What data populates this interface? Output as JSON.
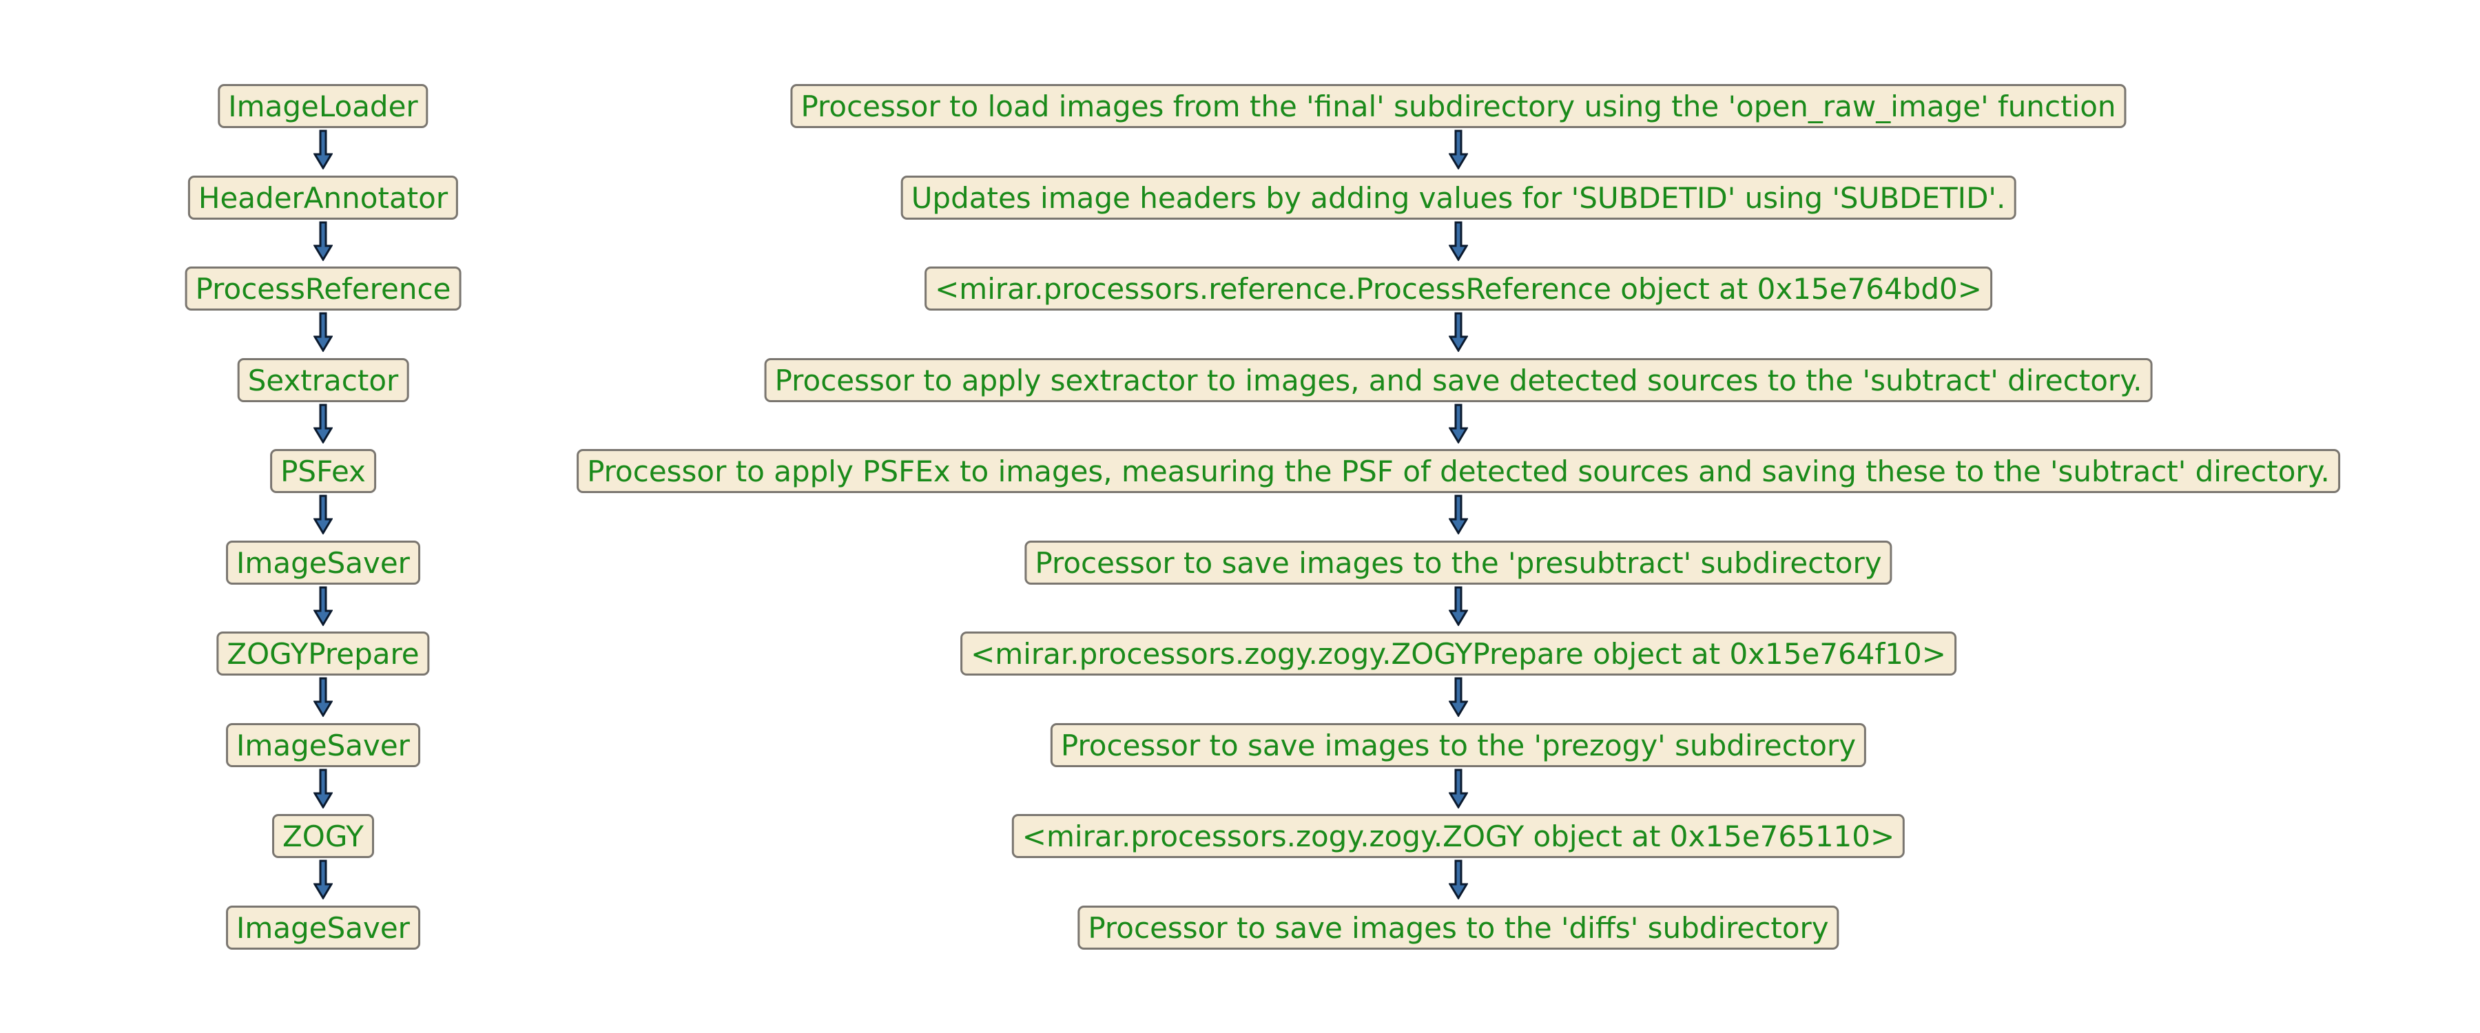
{
  "flowchart": {
    "processors": [
      "ImageLoader",
      "HeaderAnnotator",
      "ProcessReference",
      "Sextractor",
      "PSFex",
      "ImageSaver",
      "ZOGYPrepare",
      "ImageSaver",
      "ZOGY",
      "ImageSaver"
    ],
    "descriptions": [
      "Processor to load images from the 'final' subdirectory using the 'open_raw_image' function",
      "Updates image headers by adding values for 'SUBDETID' using 'SUBDETID'.",
      "<mirar.processors.reference.ProcessReference object at 0x15e764bd0>",
      "Processor to apply sextractor to images, and save detected sources to the 'subtract' directory.",
      "Processor to apply PSFEx to images, measuring the PSF of detected sources and saving these to the 'subtract' directory.",
      "Processor to save images to the 'presubtract' subdirectory",
      "<mirar.processors.zogy.zogy.ZOGYPrepare object at 0x15e764f10>",
      "Processor to save images to the 'prezogy' subdirectory",
      "<mirar.processors.zogy.zogy.ZOGY object at 0x15e765110>",
      "Processor to save images to the 'diffs' subdirectory"
    ]
  },
  "colors": {
    "node_fill": "#f6ecd6",
    "node_border": "#7a7670",
    "text": "#1a8a1a",
    "arrow_fill": "#3a6fa8",
    "arrow_stroke": "#0b1a2e"
  }
}
